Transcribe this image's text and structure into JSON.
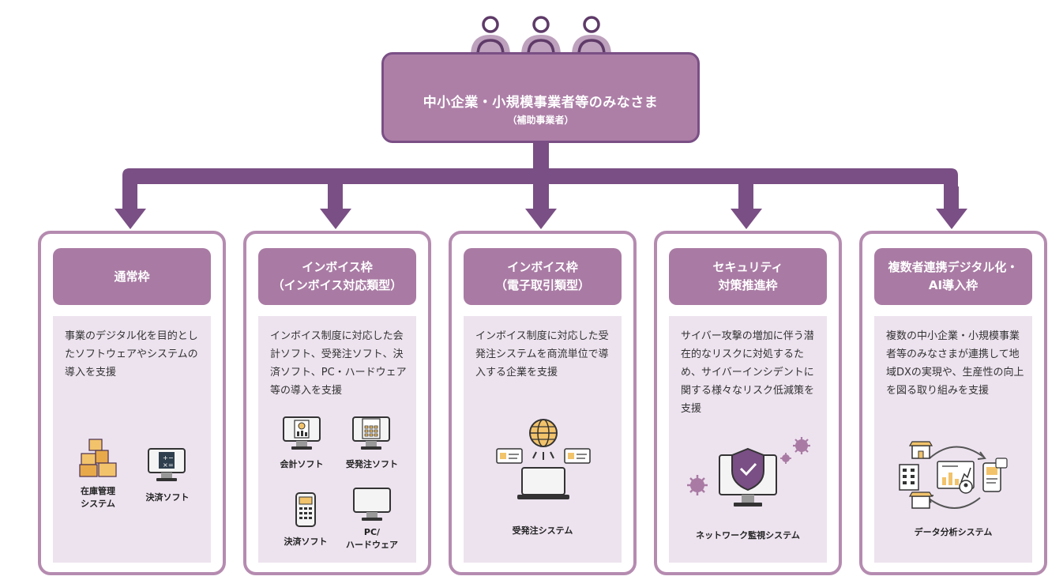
{
  "top": {
    "title": "中小企業・小規模事業者等のみなさま",
    "subtitle": "（補助事業者）"
  },
  "colors": {
    "frame": "#7a4f85",
    "header": "#a97ba4",
    "top_box": "#ad7fa7",
    "card_border": "#b58bb0",
    "card_body": "#ede3ef",
    "arrow": "#7a4f85"
  },
  "cards": [
    {
      "title_lines": [
        "通常枠",
        ""
      ],
      "desc": "事業のデジタル化を目的としたソフトウェアやシステムの導入を支援",
      "icons": [
        {
          "name": "inventory-boxes-icon",
          "label_lines": [
            "在庫管理",
            "システム"
          ]
        },
        {
          "name": "calculator-monitor-icon",
          "label_lines": [
            "決済ソフト",
            ""
          ]
        }
      ]
    },
    {
      "title_lines": [
        "インボイス枠",
        "（インボイス対応類型）"
      ],
      "desc": "インボイス制度に対応した会計ソフト、受発注ソフト、決済ソフト、PC・ハードウェア等の導入を支援",
      "icons": [
        {
          "name": "accounting-monitor-icon",
          "label_lines": [
            "会計ソフト",
            ""
          ]
        },
        {
          "name": "order-monitor-icon",
          "label_lines": [
            "受発注ソフト",
            ""
          ]
        },
        {
          "name": "payment-terminal-icon",
          "label_lines": [
            "決済ソフト",
            ""
          ]
        },
        {
          "name": "pc-monitor-icon",
          "label_lines": [
            "PC/",
            "ハードウェア"
          ]
        }
      ]
    },
    {
      "title_lines": [
        "インボイス枠",
        "（電子取引類型）"
      ],
      "desc": "インボイス制度に対応した受発注システムを商流単位で導入する企業を支援",
      "icons": [
        {
          "name": "order-network-icon",
          "label_lines": [
            "受発注システム",
            ""
          ]
        }
      ]
    },
    {
      "title_lines": [
        "セキュリティ",
        "対策推進枠"
      ],
      "desc": "サイバー攻撃の増加に伴う潜在的なリスクに対処するため、サイバーインシデントに関する様々なリスク低減策を支援",
      "icons": [
        {
          "name": "network-security-shield-icon",
          "label_lines": [
            "ネットワーク監視システム",
            ""
          ]
        }
      ]
    },
    {
      "title_lines": [
        "複数者連携デジタル化・",
        "AI導入枠"
      ],
      "desc": "複数の中小企業・小規模事業者等のみなさまが連携して地域DXの実現や、生産性の向上を図る取り組みを支援",
      "icons": [
        {
          "name": "data-analysis-icon",
          "label_lines": [
            "データ分析システム",
            ""
          ]
        }
      ]
    }
  ]
}
